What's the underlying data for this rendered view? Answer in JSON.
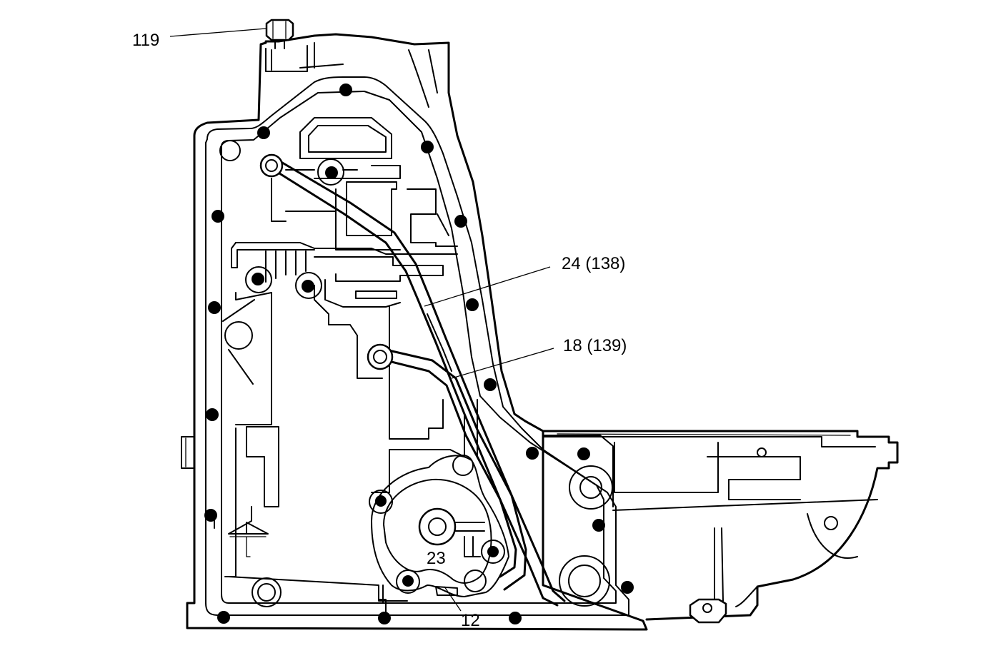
{
  "callouts": {
    "c119": "119",
    "c24": "24 (138)",
    "c18": "18 (139)",
    "c23": "23",
    "c12": "12"
  }
}
